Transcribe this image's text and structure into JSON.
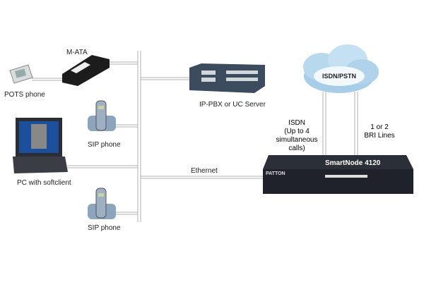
{
  "diagram": {
    "devices": {
      "mata": {
        "label": "M-ATA"
      },
      "pots": {
        "label": "POTS phone"
      },
      "sip1": {
        "label": "SIP phone"
      },
      "pc": {
        "label": "PC with softclient"
      },
      "sip2": {
        "label": "SIP phone"
      },
      "pbx": {
        "label": "IP-PBX or UC Server"
      },
      "cloud": {
        "label": "ISDN/PSTN"
      },
      "smartnode": {
        "label": "SmartNode 4120",
        "brand": "PATTON"
      }
    },
    "links": {
      "ethernet": "Ethernet",
      "isdn_line1": "ISDN",
      "isdn_line2": "(Up to 4",
      "isdn_line3": "simultaneous calls)",
      "bri_line1": "1 or 2",
      "bri_line2": "BRI Lines"
    },
    "colors": {
      "line": "#aaaaaa",
      "cloud": "#a8cde8",
      "device_dark": "#2b2f38",
      "pbx": "#3c4b5e"
    }
  }
}
